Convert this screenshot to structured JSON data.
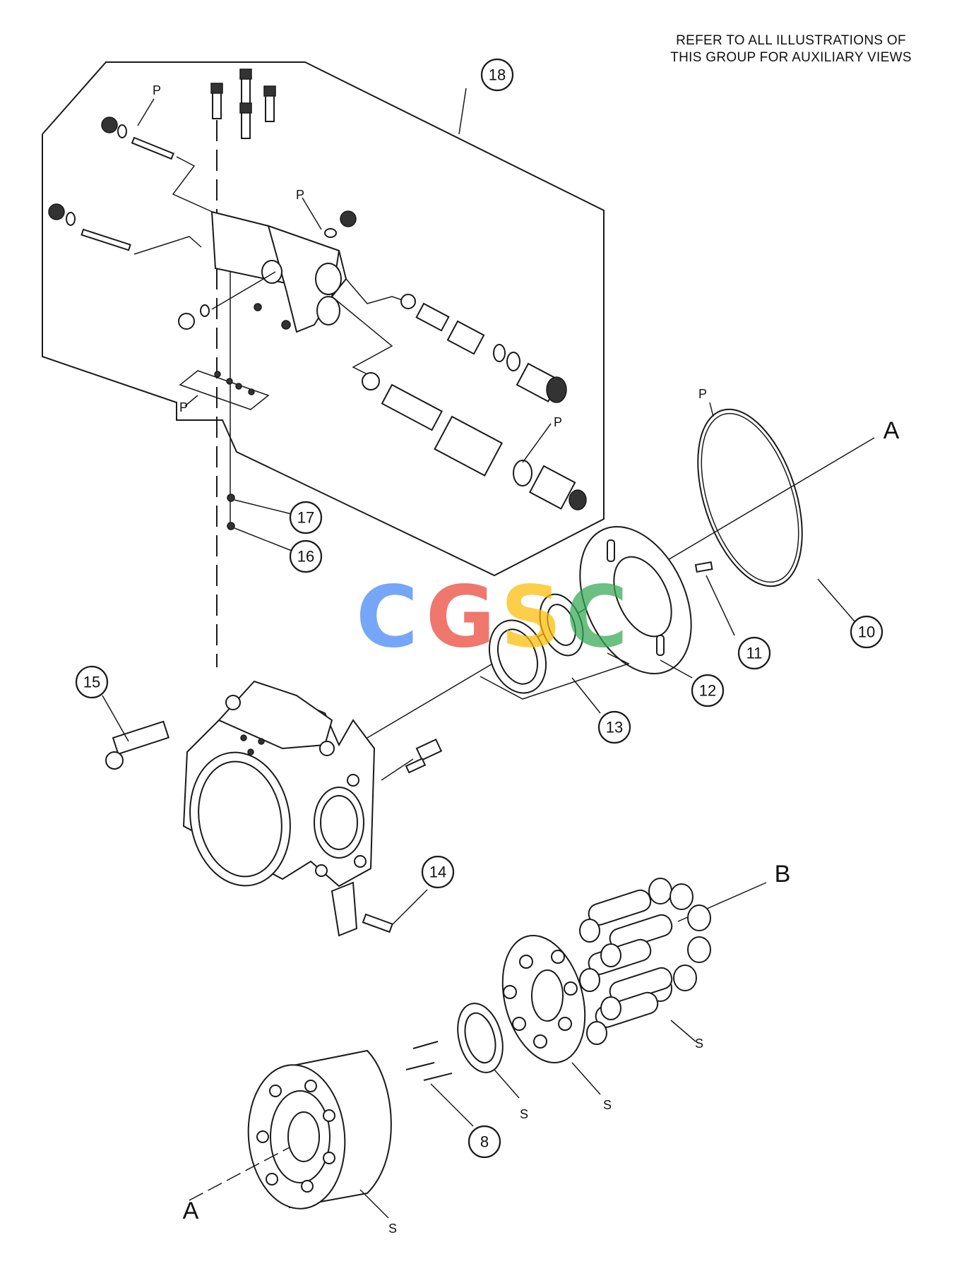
{
  "note": {
    "line1": "REFER TO ALL ILLUSTRATIONS OF",
    "line2": "THIS GROUP FOR AUXILIARY VIEWS"
  },
  "callouts": {
    "c18": "18",
    "c17": "17",
    "c16": "16",
    "c15": "15",
    "c14": "14",
    "c13": "13",
    "c12": "12",
    "c11": "11",
    "c10": "10",
    "c8": "8"
  },
  "letters": {
    "p1": "P",
    "p2": "P",
    "p3": "P",
    "p4": "P",
    "p5": "P",
    "s1": "S",
    "s2": "S",
    "s3": "S",
    "s4": "S",
    "axis_a_top": "A",
    "axis_a_bottom": "A",
    "axis_b": "B"
  },
  "watermark": {
    "text": "CGSC",
    "colors": [
      "#4285f4",
      "#ea4335",
      "#fbbc05",
      "#34a853"
    ]
  }
}
